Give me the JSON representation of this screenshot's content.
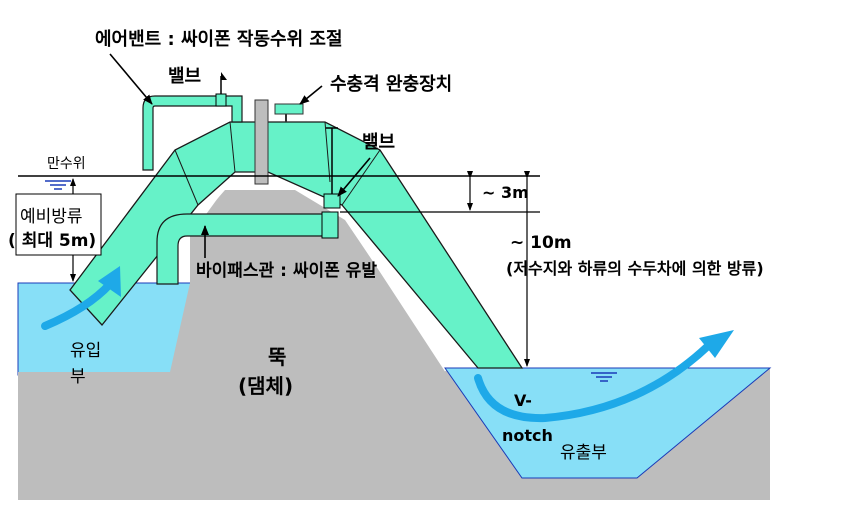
{
  "labels": {
    "air_vent": "에어밴트 : 싸이폰 작동수위 조절",
    "valve_top": "밸브",
    "shock_absorber": "수충격 완충장치",
    "valve_right": "밸브",
    "full_water_level": "만수위",
    "spillway": "예비방류",
    "spillway_max": "( 최대 5m)",
    "depth_3m": "~ 3m",
    "bypass": "바이패스관 : 싸이폰 유발",
    "depth_10m": "~ 10m",
    "head_note": "(저수지와 하류의 수두차에 의한 방류)",
    "inlet_1": "유입",
    "inlet_2": "부",
    "dam_1": "뚝",
    "dam_2": "(댐체)",
    "vnotch_1": "V-",
    "vnotch_2": "notch",
    "outlet": "유출부"
  },
  "colors": {
    "reservoir_water": "#87DFF7",
    "pipe": "#66F2C8",
    "ground": "#BDBDBD",
    "flow_arrow": "#1EA9E8",
    "water_line": "#1A3BB8"
  }
}
